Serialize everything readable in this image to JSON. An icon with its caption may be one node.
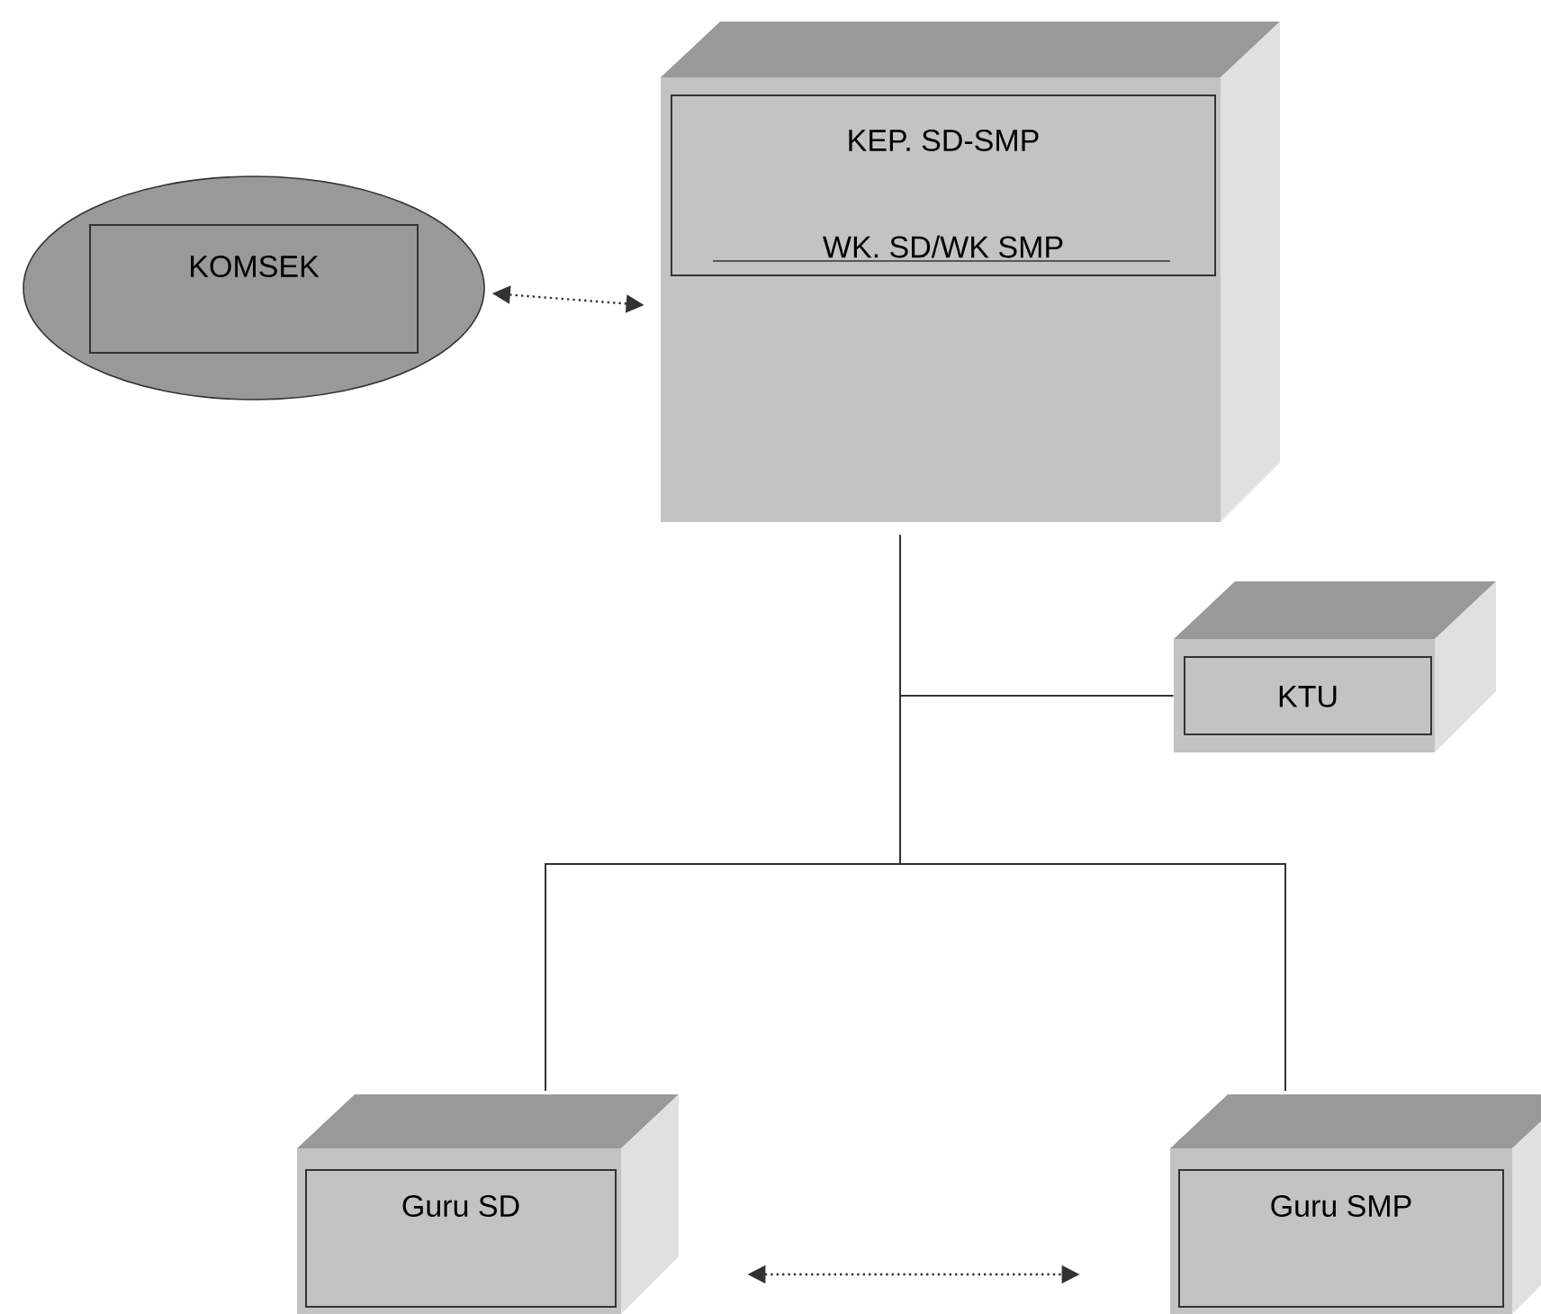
{
  "diagram": {
    "nodes": [
      {
        "text": [
          "KOMSEK"
        ]
      },
      {
        "text": [
          "KEP. SD-SMP",
          "WK. SD/WK SMP"
        ]
      },
      {
        "text": [
          "KTU"
        ]
      },
      {
        "text": [
          "Guru SD"
        ]
      },
      {
        "text": [
          "Guru SMP"
        ]
      }
    ],
    "edges": [
      {
        "from": 0,
        "to": 1,
        "arrow": "both",
        "style": "dashed"
      },
      {
        "from": 1,
        "to": 2,
        "arrow": "none"
      },
      {
        "from": 1,
        "to": 3,
        "arrow": "none"
      },
      {
        "from": 1,
        "to": 4,
        "arrow": "none"
      },
      {
        "from": 3,
        "to": 4,
        "arrow": "both",
        "style": "dashed"
      }
    ]
  }
}
